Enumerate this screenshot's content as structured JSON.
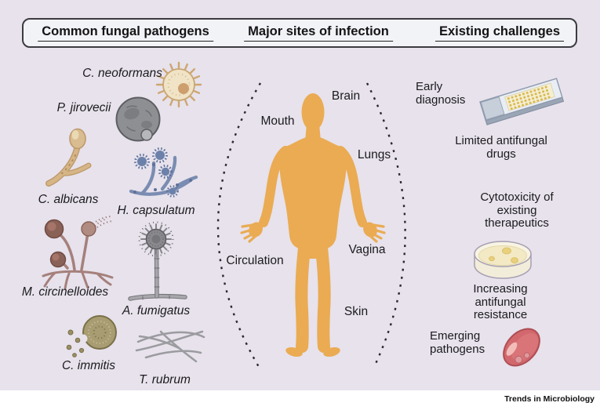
{
  "header": {
    "columns": [
      "Common fungal pathogens",
      "Major sites of infection",
      "Existing challenges"
    ]
  },
  "pathogens": {
    "c_neoformans": "C. neoformans",
    "p_jirovecii": "P. jirovecii",
    "c_albicans": "C. albicans",
    "h_capsulatum": "H. capsulatum",
    "m_circinelloides": "M. circinelloides",
    "a_fumigatus": "A. fumigatus",
    "c_immitis": "C. immitis",
    "t_rubrum": "T. rubrum"
  },
  "sites": {
    "brain": "Brain",
    "mouth": "Mouth",
    "lungs": "Lungs",
    "circulation": "Circulation",
    "vagina": "Vagina",
    "skin": "Skin"
  },
  "challenges": {
    "early_diagnosis": "Early\ndiagnosis",
    "limited_drugs": "Limited antifungal\ndrugs",
    "cytotoxicity": "Cytotoxicity of existing\ntherapeutics",
    "resistance": "Increasing antifungal\nresistance",
    "emerging": "Emerging\npathogens"
  },
  "footer": {
    "journal": "Trends in Microbiology"
  },
  "colors": {
    "background": "#E7E2EC",
    "header_fill": "#F2F3F7",
    "body_skin": "#EAAB53",
    "cryptococcus_tan": "#F0E3C6",
    "pneumocystis_gray": "#8E8F93",
    "candida_tan": "#D6B586",
    "histoplasma_blue": "#7A8CB1",
    "mucor_mauve": "#A5807B",
    "aspergillus_gray": "#8A8A8E",
    "coccidioides_olive": "#A89C72",
    "trichophyton_gray": "#9B9BA0",
    "slide_blue": "#E9EDF4",
    "petri_cream": "#F3E9C5",
    "emerging_red": "#D2686D",
    "dash_black": "#2a2a2c"
  }
}
